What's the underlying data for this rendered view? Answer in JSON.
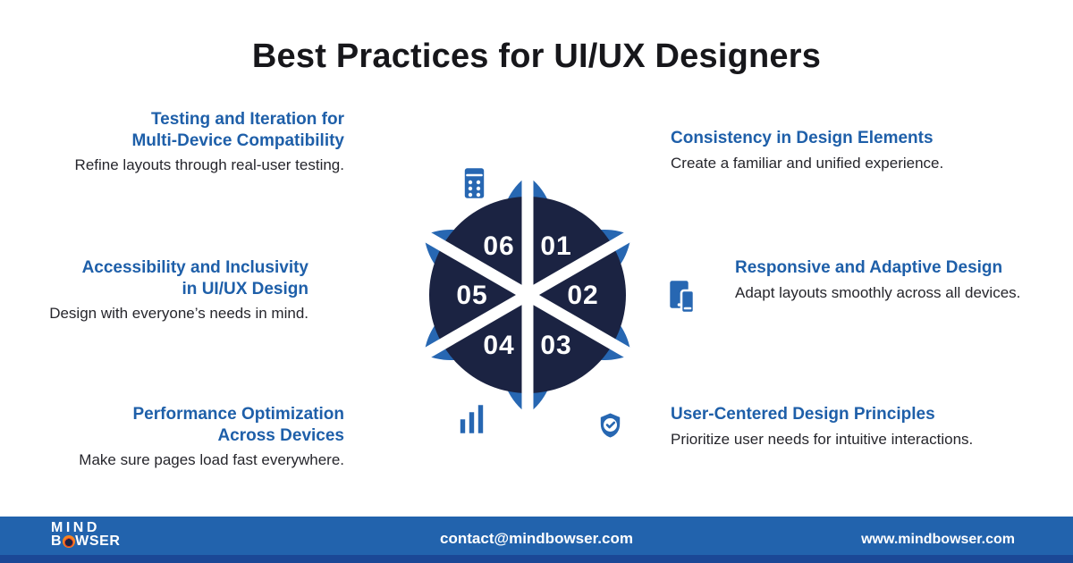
{
  "title": "Best Practices for UI/UX Designers",
  "items": [
    {
      "number": "01",
      "title": "Consistency in Design Elements",
      "description": "Create a familiar and unified experience.",
      "icon": "layout-rows-icon"
    },
    {
      "number": "02",
      "title": "Responsive and Adaptive Design",
      "description": "Adapt layouts smoothly across all devices.",
      "icon": "responsive-devices-icon"
    },
    {
      "number": "03",
      "title": "User-Centered Design Principles",
      "description": "Prioritize user needs for intuitive interactions.",
      "icon": "document-shield-check-icon"
    },
    {
      "number": "04",
      "title": "Performance Optimization\nAcross Devices",
      "description": "Make sure pages load fast everywhere.",
      "icon": "gear-bar-chart-icon"
    },
    {
      "number": "05",
      "title": "Accessibility and Inclusivity\nin UI/UX Design",
      "description": "Design with everyone’s needs in mind.",
      "icon": "accessibility-person-icon"
    },
    {
      "number": "06",
      "title": "Testing and Iteration for\nMulti-Device Compatibility",
      "description": "Refine layouts through real-user testing.",
      "icon": "laptop-phone-testing-icon"
    }
  ],
  "footer": {
    "logo_line1": "MIND",
    "logo_line2_prefix": "B",
    "logo_line2_suffix": "WSER",
    "email": "contact@mindbowser.com",
    "website": "www.mindbowser.com"
  },
  "colors": {
    "petal_blue": "#2767b2",
    "center_navy": "#1b2342",
    "heading_blue": "#1e5fa9",
    "footer_blue": "#2263ad",
    "footer_strip_navy": "#1b4896",
    "logo_orange": "#f5831f",
    "title_dark": "#17171b"
  }
}
